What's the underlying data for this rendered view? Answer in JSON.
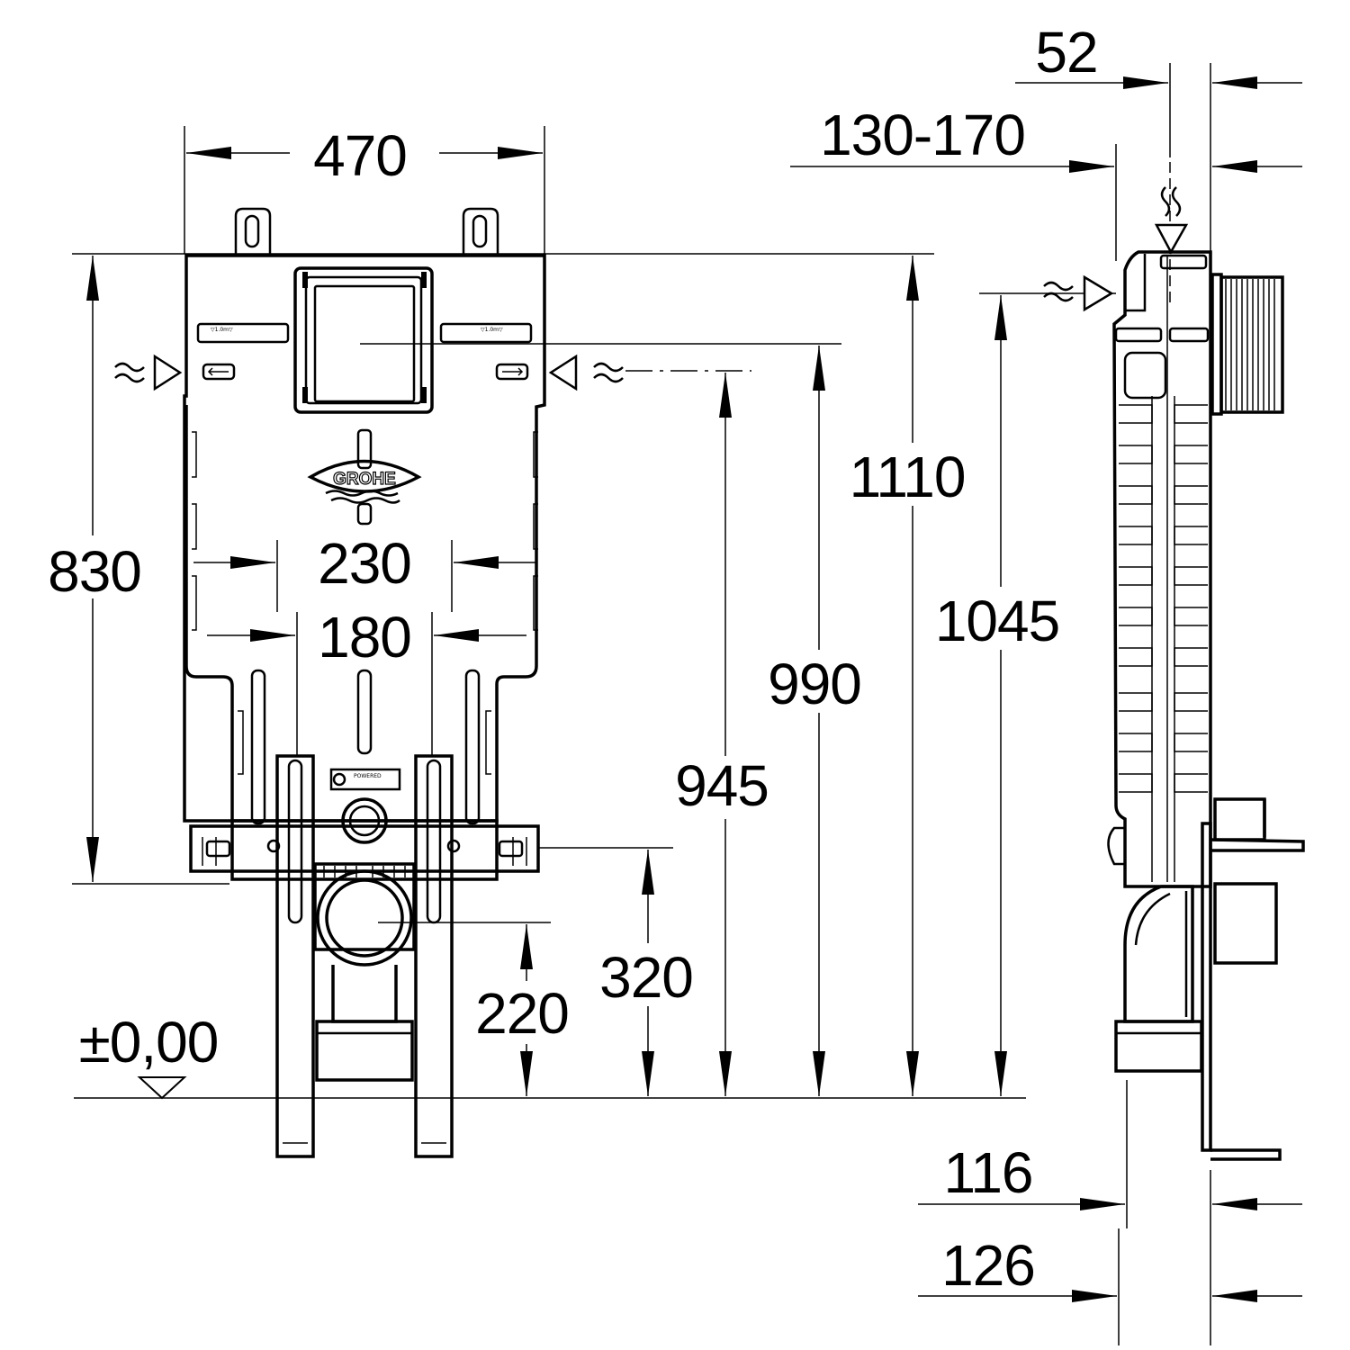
{
  "logo": {
    "brand": "GROHE"
  },
  "labels": {
    "frame_small_1": "▽1.0m▽",
    "frame_small_2": "▽1.0m▽",
    "frame_tag": "POWERED"
  },
  "dimensions": {
    "width_total": "470",
    "height_frame": "830",
    "stud_230": "230",
    "stud_180": "180",
    "height_1110": "1110",
    "height_1045": "1045",
    "height_990": "990",
    "height_945": "945",
    "height_320": "320",
    "height_220": "220",
    "floor_level": "±0,00",
    "depth_52": "52",
    "depth_130_170": "130-170",
    "depth_116": "116",
    "depth_126": "126"
  }
}
